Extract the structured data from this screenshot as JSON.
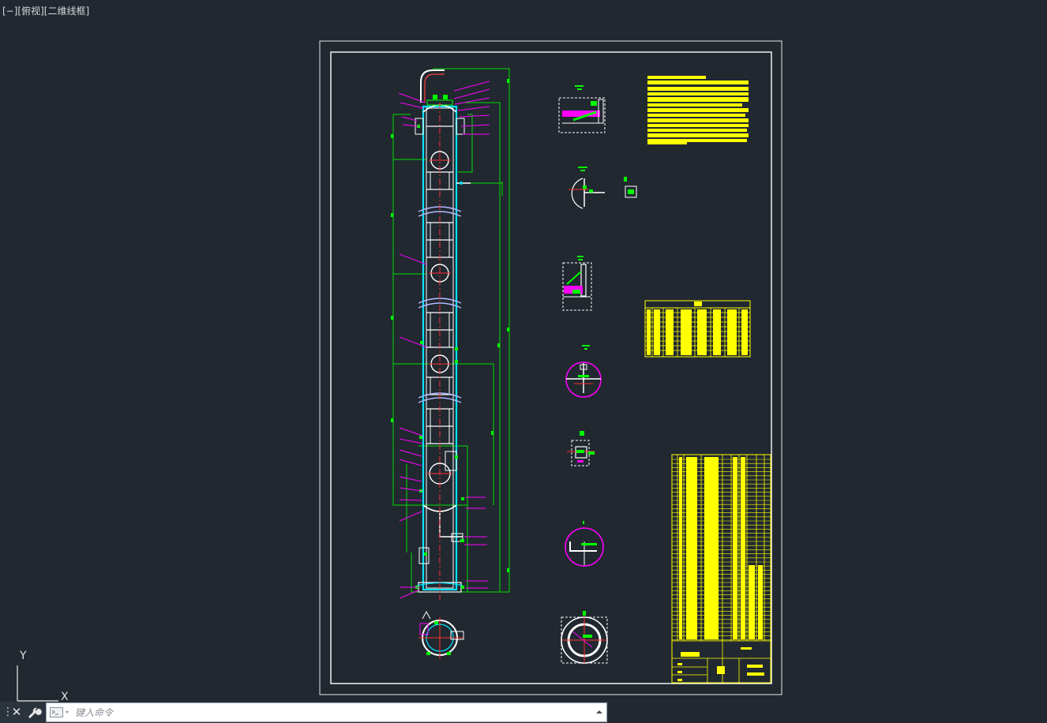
{
  "viewport": {
    "view_controls": "[−][俯视][二维线框]",
    "background_color": "#212830"
  },
  "drawing": {
    "description_layer_colors": {
      "border": "#ffffff",
      "frame": "#ffffff",
      "structure": "#00ffff",
      "shell": "#ffffff",
      "dimension": "#00ff00",
      "leader": "#ff00ff",
      "centerline": "#ff0000",
      "text_block": "#ffff00"
    }
  },
  "ucs": {
    "y_label": "Y",
    "x_label": "X"
  },
  "command_line": {
    "close_icon": "close-icon",
    "customize_icon": "wrench-icon",
    "prompt_icon": "command-prompt-icon",
    "placeholder": "键入命令",
    "history_icon": "caret-up-icon"
  }
}
